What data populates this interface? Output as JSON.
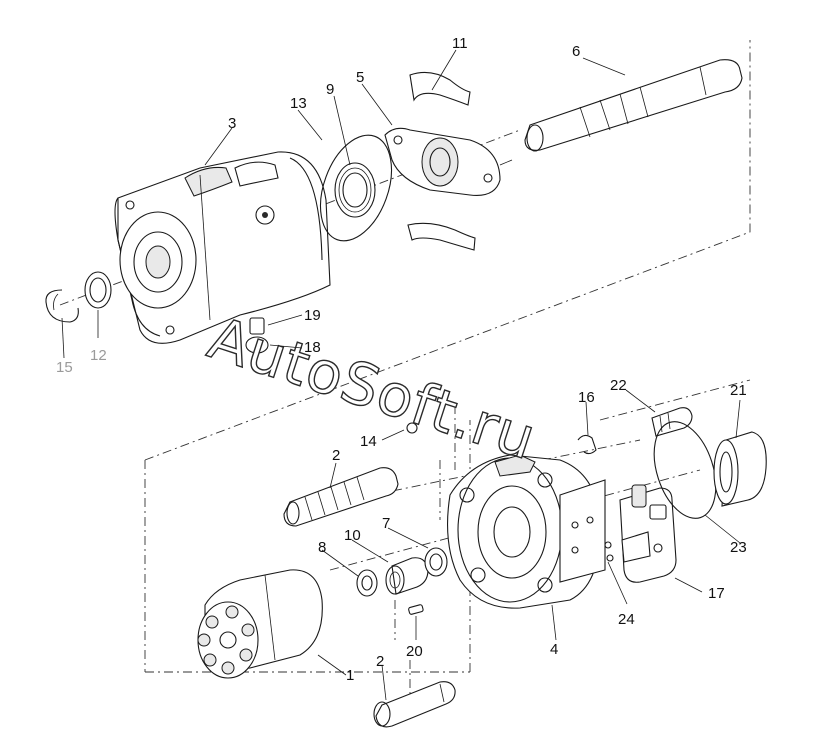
{
  "diagram": {
    "parts": [
      {
        "id": "part-1",
        "label": "1"
      },
      {
        "id": "part-2a",
        "label": "2"
      },
      {
        "id": "part-2b",
        "label": "2"
      },
      {
        "id": "part-3",
        "label": "3"
      },
      {
        "id": "part-4",
        "label": "4"
      },
      {
        "id": "part-5",
        "label": "5"
      },
      {
        "id": "part-6",
        "label": "6"
      },
      {
        "id": "part-7",
        "label": "7"
      },
      {
        "id": "part-8",
        "label": "8"
      },
      {
        "id": "part-9",
        "label": "9"
      },
      {
        "id": "part-10",
        "label": "10"
      },
      {
        "id": "part-11",
        "label": "11"
      },
      {
        "id": "part-12",
        "label": "12"
      },
      {
        "id": "part-13",
        "label": "13"
      },
      {
        "id": "part-14",
        "label": "14"
      },
      {
        "id": "part-15",
        "label": "15"
      },
      {
        "id": "part-16",
        "label": "16"
      },
      {
        "id": "part-17",
        "label": "17"
      },
      {
        "id": "part-18",
        "label": "18"
      },
      {
        "id": "part-19",
        "label": "19"
      },
      {
        "id": "part-20",
        "label": "20"
      },
      {
        "id": "part-21",
        "label": "21"
      },
      {
        "id": "part-22",
        "label": "22"
      },
      {
        "id": "part-23",
        "label": "23"
      },
      {
        "id": "part-24",
        "label": "24"
      }
    ],
    "watermark": "AutoSoft.ru"
  }
}
